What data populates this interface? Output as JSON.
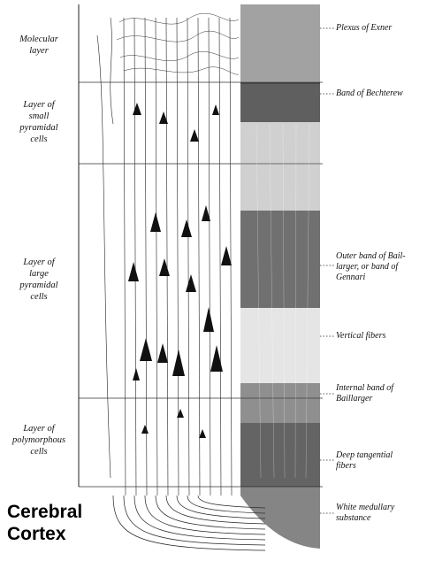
{
  "layers": [
    {
      "id": "molecular",
      "label": "Molecular\nlayer"
    },
    {
      "id": "small-pyramidal",
      "label": "Layer of\nsmall\npyramidal\ncells"
    },
    {
      "id": "large-pyramidal",
      "label": "Layer of\nlarge\npyramidal\ncells"
    },
    {
      "id": "polymorphous",
      "label": "Layer of\npolymorphous\ncells"
    }
  ],
  "annotations": [
    {
      "id": "plexus-of-exner",
      "label": "Plexus of Exner"
    },
    {
      "id": "band-of-bechterew",
      "label": "Band of Bechterew"
    },
    {
      "id": "outer-band-of-baillarger",
      "label": "Outer band of Bail-\nlarger, or band of\nGennari"
    },
    {
      "id": "vertical-fibers",
      "label": "Vertical fibers"
    },
    {
      "id": "internal-band-of-baillarger",
      "label": "Internal band of\nBaillarger"
    },
    {
      "id": "deep-tangential-fibers",
      "label": "Deep tangential\nfibers"
    },
    {
      "id": "white-medullary-substance",
      "label": "White medullary\nsubstance"
    }
  ],
  "caption": {
    "line1": "Cerebral",
    "line2": "Cortex"
  }
}
